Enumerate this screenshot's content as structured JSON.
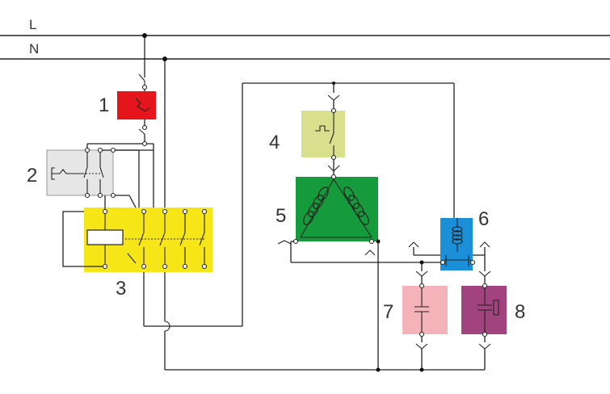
{
  "bus_labels": {
    "line": "L",
    "neutral": "N"
  },
  "components": [
    {
      "id": "1",
      "label": "1",
      "color": "#e5161b"
    },
    {
      "id": "2",
      "label": "2",
      "color": "#e6e6e6"
    },
    {
      "id": "3",
      "label": "3",
      "color": "#f7e617"
    },
    {
      "id": "4",
      "label": "4",
      "color": "#d8e08e"
    },
    {
      "id": "5",
      "label": "5",
      "color": "#159a3c"
    },
    {
      "id": "6",
      "label": "6",
      "color": "#1b8fd8"
    },
    {
      "id": "7",
      "label": "7",
      "color": "#f3b3b8"
    },
    {
      "id": "8",
      "label": "8",
      "color": "#a0437e"
    }
  ]
}
